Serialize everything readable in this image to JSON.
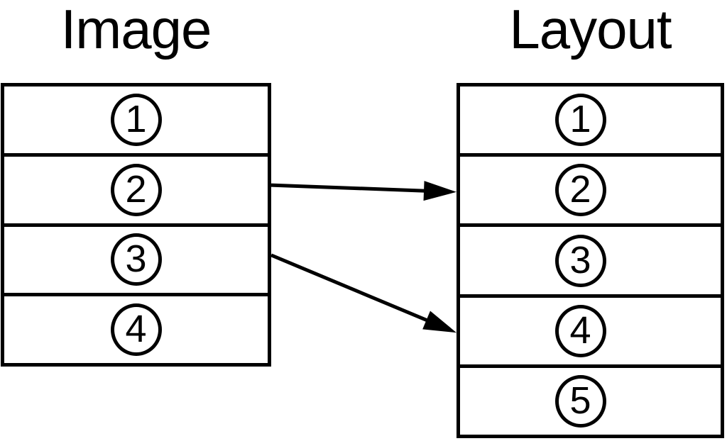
{
  "diagram": {
    "colors": {
      "stroke": "#000000",
      "background": "#ffffff"
    },
    "stacks": [
      {
        "id": "image",
        "title": "Image",
        "rows": [
          {
            "id": "image-1",
            "label": "1"
          },
          {
            "id": "image-2",
            "label": "2"
          },
          {
            "id": "image-3",
            "label": "3"
          },
          {
            "id": "image-4",
            "label": "4"
          }
        ]
      },
      {
        "id": "layout",
        "title": "Layout",
        "rows": [
          {
            "id": "layout-1",
            "label": "1"
          },
          {
            "id": "layout-2",
            "label": "2"
          },
          {
            "id": "layout-3",
            "label": "3"
          },
          {
            "id": "layout-4",
            "label": "4"
          },
          {
            "id": "layout-5",
            "label": "5"
          }
        ]
      }
    ],
    "connections": [
      {
        "from": "image-2",
        "to": "layout-2"
      },
      {
        "from": "image-3",
        "to": "layout-4"
      }
    ]
  }
}
